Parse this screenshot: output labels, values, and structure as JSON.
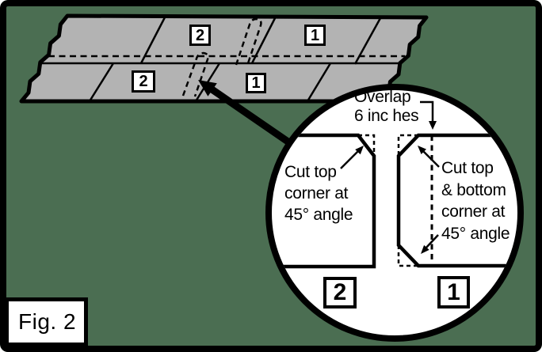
{
  "figure_label": "Fig. 2",
  "strip": {
    "labels": {
      "top_2": "2",
      "top_1": "1",
      "bottom_2": "2",
      "bottom_1": "1"
    }
  },
  "detail": {
    "overlap_note": [
      "Overlap",
      "6 inc hes"
    ],
    "left_note": [
      "Cut top",
      "corner at",
      "45° angle"
    ],
    "right_note": [
      "Cut top",
      "& bottom",
      "corner at",
      "45° angle"
    ],
    "panel_2_label": "2",
    "panel_1_label": "1"
  },
  "colors": {
    "background_green": "#4b6e52",
    "strip_gray": "#b3b3b3",
    "ink": "#000000",
    "paper": "#ffffff"
  }
}
